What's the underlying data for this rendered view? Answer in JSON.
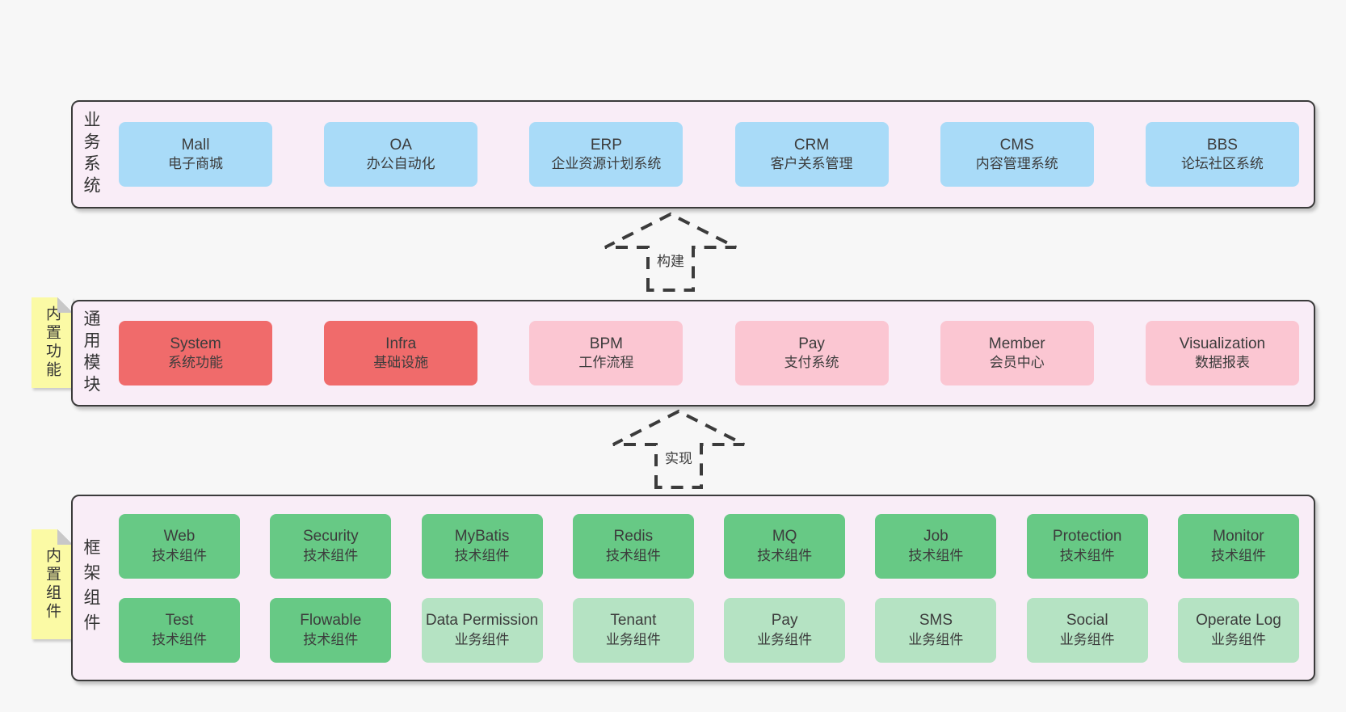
{
  "colors": {
    "page_bg": "#f7f7f7",
    "panel_bg": "#f9edf7",
    "panel_border": "#3b3b3b",
    "blue_box": "#a9dbf8",
    "red_box": "#f06b6b",
    "pink_box": "#fbc6d2",
    "green_box": "#67c985",
    "light_green_box": "#b5e3c3",
    "tag_bg": "#fbfaa5",
    "tag_fold": "#c8c8c8",
    "text": "#3c3c3c"
  },
  "business": {
    "label": "业务系统",
    "boxes": [
      {
        "name": "Mall",
        "desc": "电子商城"
      },
      {
        "name": "OA",
        "desc": "办公自动化"
      },
      {
        "name": "ERP",
        "desc": "企业资源计划系统"
      },
      {
        "name": "CRM",
        "desc": "客户关系管理"
      },
      {
        "name": "CMS",
        "desc": "内容管理系统"
      },
      {
        "name": "BBS",
        "desc": "论坛社区系统"
      }
    ]
  },
  "build_arrow": {
    "label": "构建"
  },
  "modules": {
    "label": "通用模块",
    "tag": "内置功能",
    "boxes": [
      {
        "name": "System",
        "desc": "系统功能"
      },
      {
        "name": "Infra",
        "desc": "基础设施"
      },
      {
        "name": "BPM",
        "desc": "工作流程"
      },
      {
        "name": "Pay",
        "desc": "支付系统"
      },
      {
        "name": "Member",
        "desc": "会员中心"
      },
      {
        "name": "Visualization",
        "desc": "数据报表"
      }
    ]
  },
  "implement_arrow": {
    "label": "实现"
  },
  "framework": {
    "label": "框架组件",
    "tag": "内置组件",
    "row1": [
      {
        "name": "Web",
        "desc": "技术组件"
      },
      {
        "name": "Security",
        "desc": "技术组件"
      },
      {
        "name": "MyBatis",
        "desc": "技术组件"
      },
      {
        "name": "Redis",
        "desc": "技术组件"
      },
      {
        "name": "MQ",
        "desc": "技术组件"
      },
      {
        "name": "Job",
        "desc": "技术组件"
      },
      {
        "name": "Protection",
        "desc": "技术组件"
      },
      {
        "name": "Monitor",
        "desc": "技术组件"
      }
    ],
    "row2": [
      {
        "name": "Test",
        "desc": "技术组件"
      },
      {
        "name": "Flowable",
        "desc": "技术组件"
      },
      {
        "name": "Data Permission",
        "desc": "业务组件"
      },
      {
        "name": "Tenant",
        "desc": "业务组件"
      },
      {
        "name": "Pay",
        "desc": "业务组件"
      },
      {
        "name": "SMS",
        "desc": "业务组件"
      },
      {
        "name": "Social",
        "desc": "业务组件"
      },
      {
        "name": "Operate Log",
        "desc": "业务组件"
      }
    ]
  }
}
